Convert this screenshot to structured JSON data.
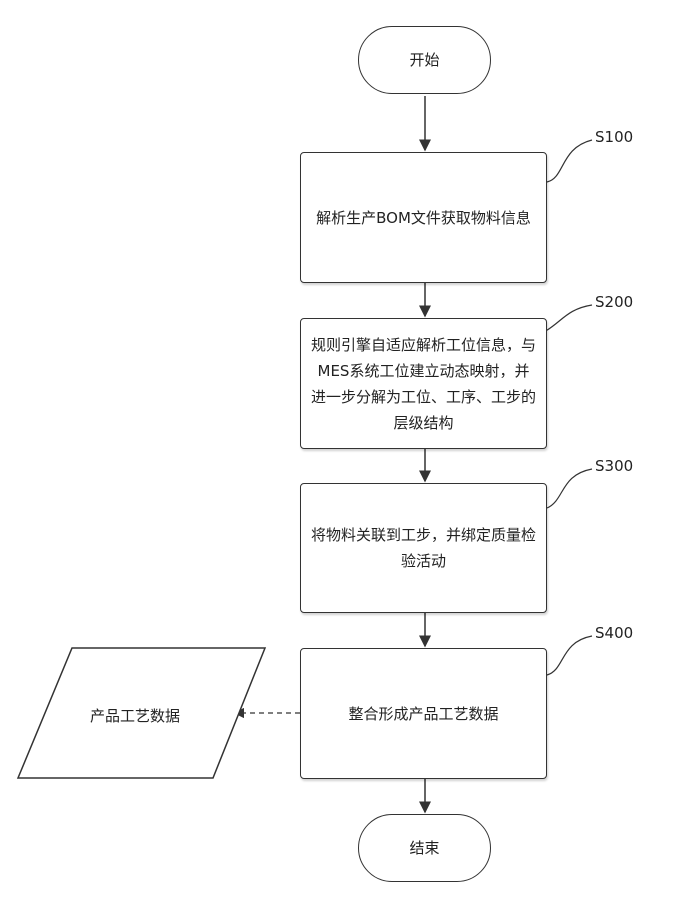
{
  "start": {
    "label": "开始"
  },
  "end": {
    "label": "结束"
  },
  "steps": [
    {
      "id": "S100",
      "text": "解析生产BOM文件获取物料信息"
    },
    {
      "id": "S200",
      "text": "规则引擎自适应解析工位信息，与MES系统工位建立动态映射，并进一步分解为工位、工序、工步的层级结构"
    },
    {
      "id": "S300",
      "text": "将物料关联到工步，并绑定质量检验活动"
    },
    {
      "id": "S400",
      "text": "整合形成产品工艺数据"
    }
  ],
  "output": {
    "label": "产品工艺数据"
  }
}
